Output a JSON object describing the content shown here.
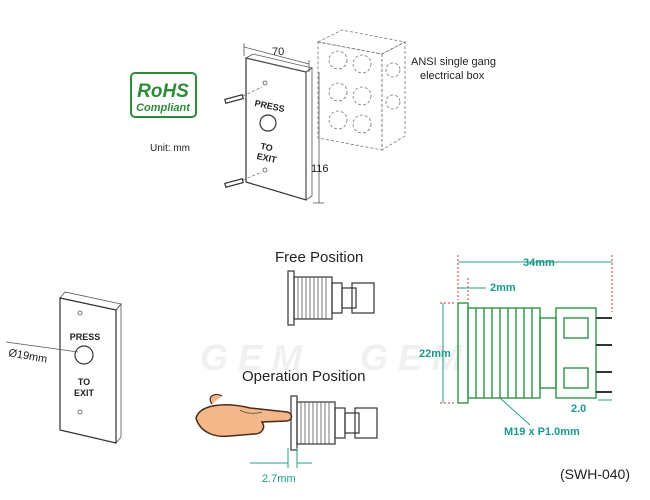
{
  "rohs": {
    "line1": "RoHS",
    "line2": "Compliant",
    "color": "#2e8b3a"
  },
  "unit_label": "Unit: mm",
  "box_label": {
    "line1": "ANSI single gang",
    "line2": "electrical box"
  },
  "top_plate": {
    "press": "PRESS",
    "to": "TO",
    "exit": "EXIT"
  },
  "dims": {
    "width": "70",
    "height": "116",
    "diameter": "Ø19mm",
    "travel": "2.7mm"
  },
  "positions": {
    "free": "Free Position",
    "operation": "Operation Position"
  },
  "watermark": "GEM",
  "side_view": {
    "length": "34mm",
    "flange": "2mm",
    "height": "22mm",
    "pin": "2.0",
    "thread": "M19 x P1.0mm"
  },
  "model": "(SWH-040)",
  "colors": {
    "dimension": "#1a9a8a",
    "body": "#1f8a3a",
    "hand": "#f3b789"
  }
}
